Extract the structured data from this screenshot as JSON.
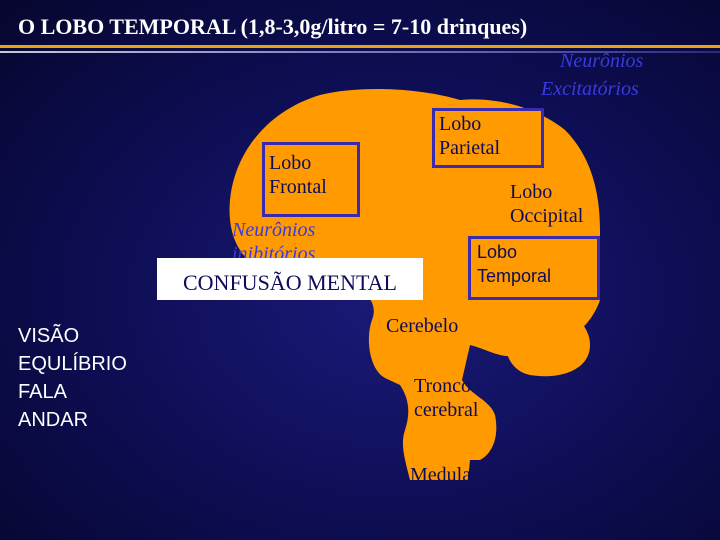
{
  "title": "O LOBO TEMPORAL (1,8-3,0g/litro = 7-10 drinques)",
  "neuronios_excitatorios": [
    "Neurônios",
    "Excitatórios"
  ],
  "lobes": {
    "parietal": [
      "Lobo",
      "Parietal"
    ],
    "frontal": [
      "Lobo",
      "Frontal"
    ],
    "occipital": [
      "Lobo",
      "Occipital"
    ],
    "temporal": [
      "Lobo",
      "Temporal"
    ]
  },
  "neuronios_inibitorios": [
    "Neurônios",
    "inibitórios"
  ],
  "confusao": "CONFUSÃO MENTAL",
  "structures": {
    "cerebelo": "Cerebelo",
    "tronco": [
      "Tronco",
      "cerebral"
    ],
    "medula": "Medula"
  },
  "side_list": [
    "VISÃO",
    "EQULÍBRIO",
    "FALA",
    "ANDAR"
  ],
  "colors": {
    "brain": "#ff9a00",
    "background": "#0d0d52",
    "accent_rule": "#e6a312",
    "box_border": "#3a2ab0",
    "blue_text": "#3a3ae0"
  }
}
